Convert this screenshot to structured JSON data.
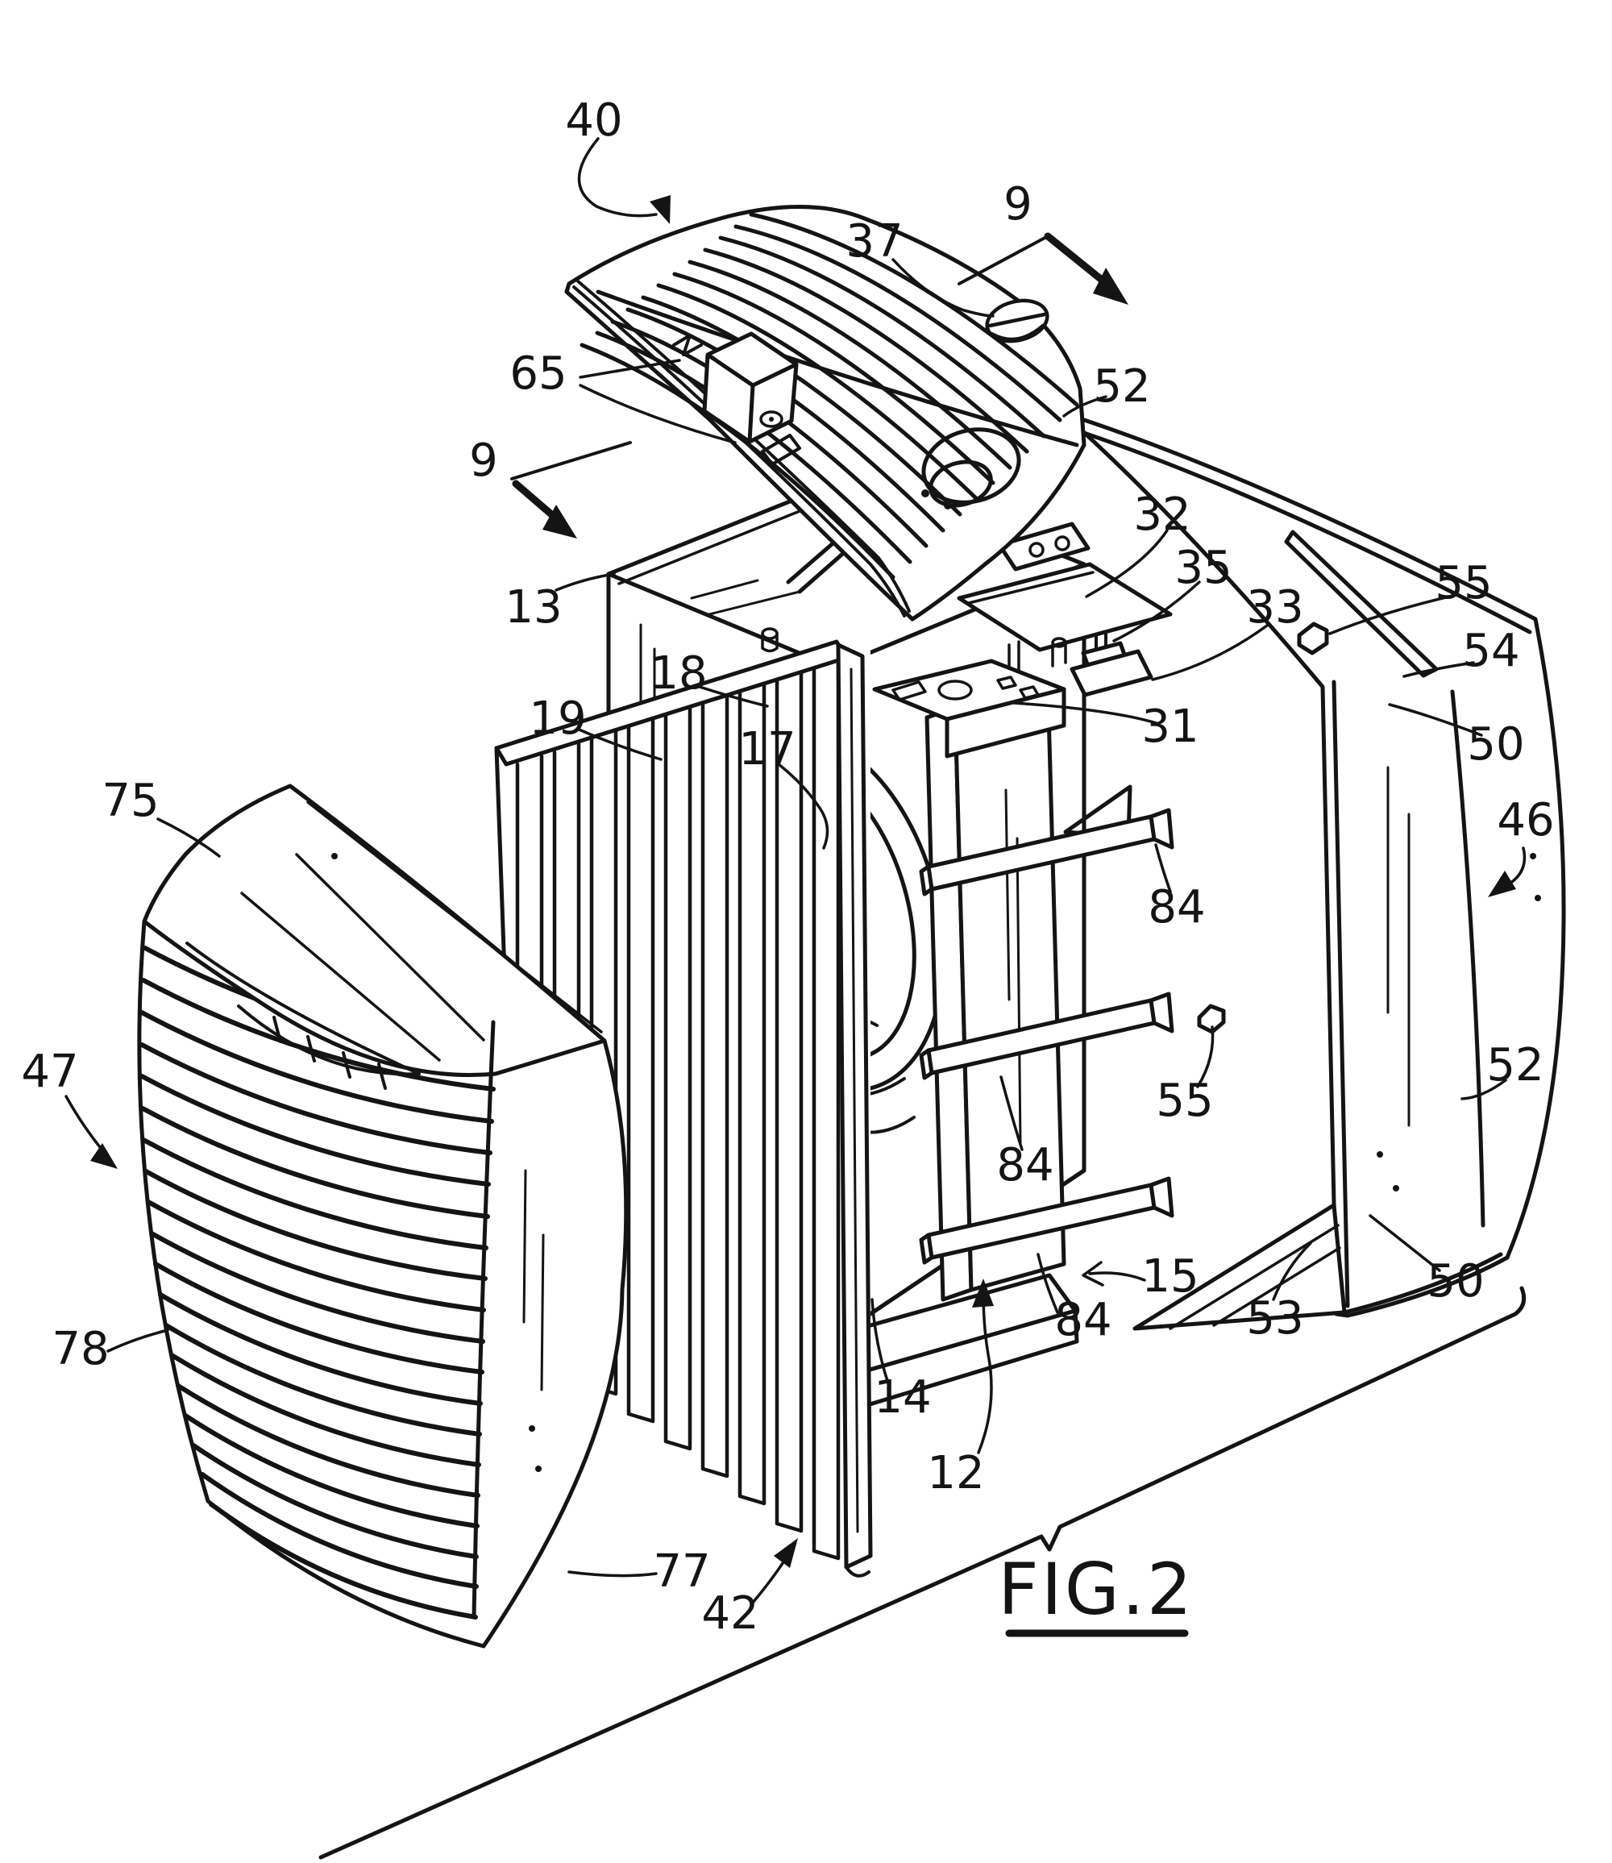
{
  "figure": {
    "caption": "FIG.2"
  },
  "reference_labels": {
    "r40": "40",
    "r37": "37",
    "r9_right": "9",
    "r65": "65",
    "r52_top": "52",
    "r9_left": "9",
    "r13": "13",
    "r32": "32",
    "r35": "35",
    "r33": "33",
    "r55_right": "55",
    "r54": "54",
    "r18": "18",
    "r19": "19",
    "r17": "17",
    "r31": "31",
    "r50_right": "50",
    "r75": "75",
    "r46": "46",
    "r84_top": "84",
    "r47": "47",
    "r55_mid": "55",
    "r52_right": "52",
    "r84_mid": "84",
    "r78": "78",
    "r15": "15",
    "r53": "53",
    "r50_bottom": "50",
    "r14": "14",
    "r84_bottom": "84",
    "r12": "12",
    "r77": "77",
    "r42": "42"
  }
}
